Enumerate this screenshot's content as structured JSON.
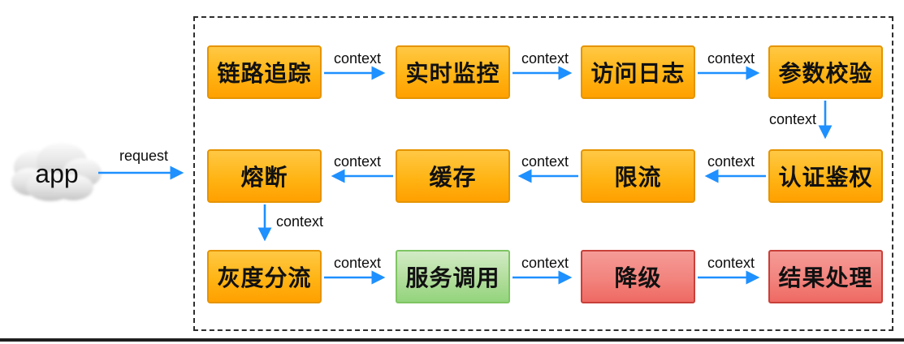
{
  "diagram_type": "flowchart",
  "source": {
    "label": "app"
  },
  "request_edge": {
    "label": "request"
  },
  "nodes": [
    {
      "id": "link-trace",
      "label": "链路追踪",
      "color": "orange",
      "row": 1,
      "col": 1
    },
    {
      "id": "realtime-monitor",
      "label": "实时监控",
      "color": "orange",
      "row": 1,
      "col": 2
    },
    {
      "id": "access-log",
      "label": "访问日志",
      "color": "orange",
      "row": 1,
      "col": 3
    },
    {
      "id": "param-validate",
      "label": "参数校验",
      "color": "orange",
      "row": 1,
      "col": 4
    },
    {
      "id": "auth",
      "label": "认证鉴权",
      "color": "orange",
      "row": 2,
      "col": 4
    },
    {
      "id": "rate-limit",
      "label": "限流",
      "color": "orange",
      "row": 2,
      "col": 3
    },
    {
      "id": "cache",
      "label": "缓存",
      "color": "orange",
      "row": 2,
      "col": 2
    },
    {
      "id": "circuit-breaker",
      "label": "熔断",
      "color": "orange",
      "row": 2,
      "col": 1
    },
    {
      "id": "gray-routing",
      "label": "灰度分流",
      "color": "orange",
      "row": 3,
      "col": 1
    },
    {
      "id": "service-call",
      "label": "服务调用",
      "color": "green",
      "row": 3,
      "col": 2
    },
    {
      "id": "downgrade",
      "label": "降级",
      "color": "red",
      "row": 3,
      "col": 3
    },
    {
      "id": "result-handle",
      "label": "结果处理",
      "color": "red",
      "row": 3,
      "col": 4
    }
  ],
  "edges": [
    {
      "from": "link-trace",
      "to": "realtime-monitor",
      "label": "context"
    },
    {
      "from": "realtime-monitor",
      "to": "access-log",
      "label": "context"
    },
    {
      "from": "access-log",
      "to": "param-validate",
      "label": "context"
    },
    {
      "from": "param-validate",
      "to": "auth",
      "label": "context"
    },
    {
      "from": "auth",
      "to": "rate-limit",
      "label": "context"
    },
    {
      "from": "rate-limit",
      "to": "cache",
      "label": "context"
    },
    {
      "from": "cache",
      "to": "circuit-breaker",
      "label": "context"
    },
    {
      "from": "circuit-breaker",
      "to": "gray-routing",
      "label": "context"
    },
    {
      "from": "gray-routing",
      "to": "service-call",
      "label": "context"
    },
    {
      "from": "service-call",
      "to": "downgrade",
      "label": "context"
    },
    {
      "from": "downgrade",
      "to": "result-handle",
      "label": "context"
    }
  ],
  "colors": {
    "arrow_blue": "#1e90ff",
    "node_orange_top": "#ffc844",
    "node_orange_bottom": "#ffa000",
    "node_orange_border": "#e59400",
    "node_green_top": "#d2ebc6",
    "node_green_bottom": "#93d47c",
    "node_green_border": "#7fc563",
    "node_red_top": "#f59b97",
    "node_red_bottom": "#ee6a63",
    "node_red_border": "#c8403a",
    "frame_dash": "#2e2e2e",
    "cloud_gray": "#d0d0d0"
  }
}
